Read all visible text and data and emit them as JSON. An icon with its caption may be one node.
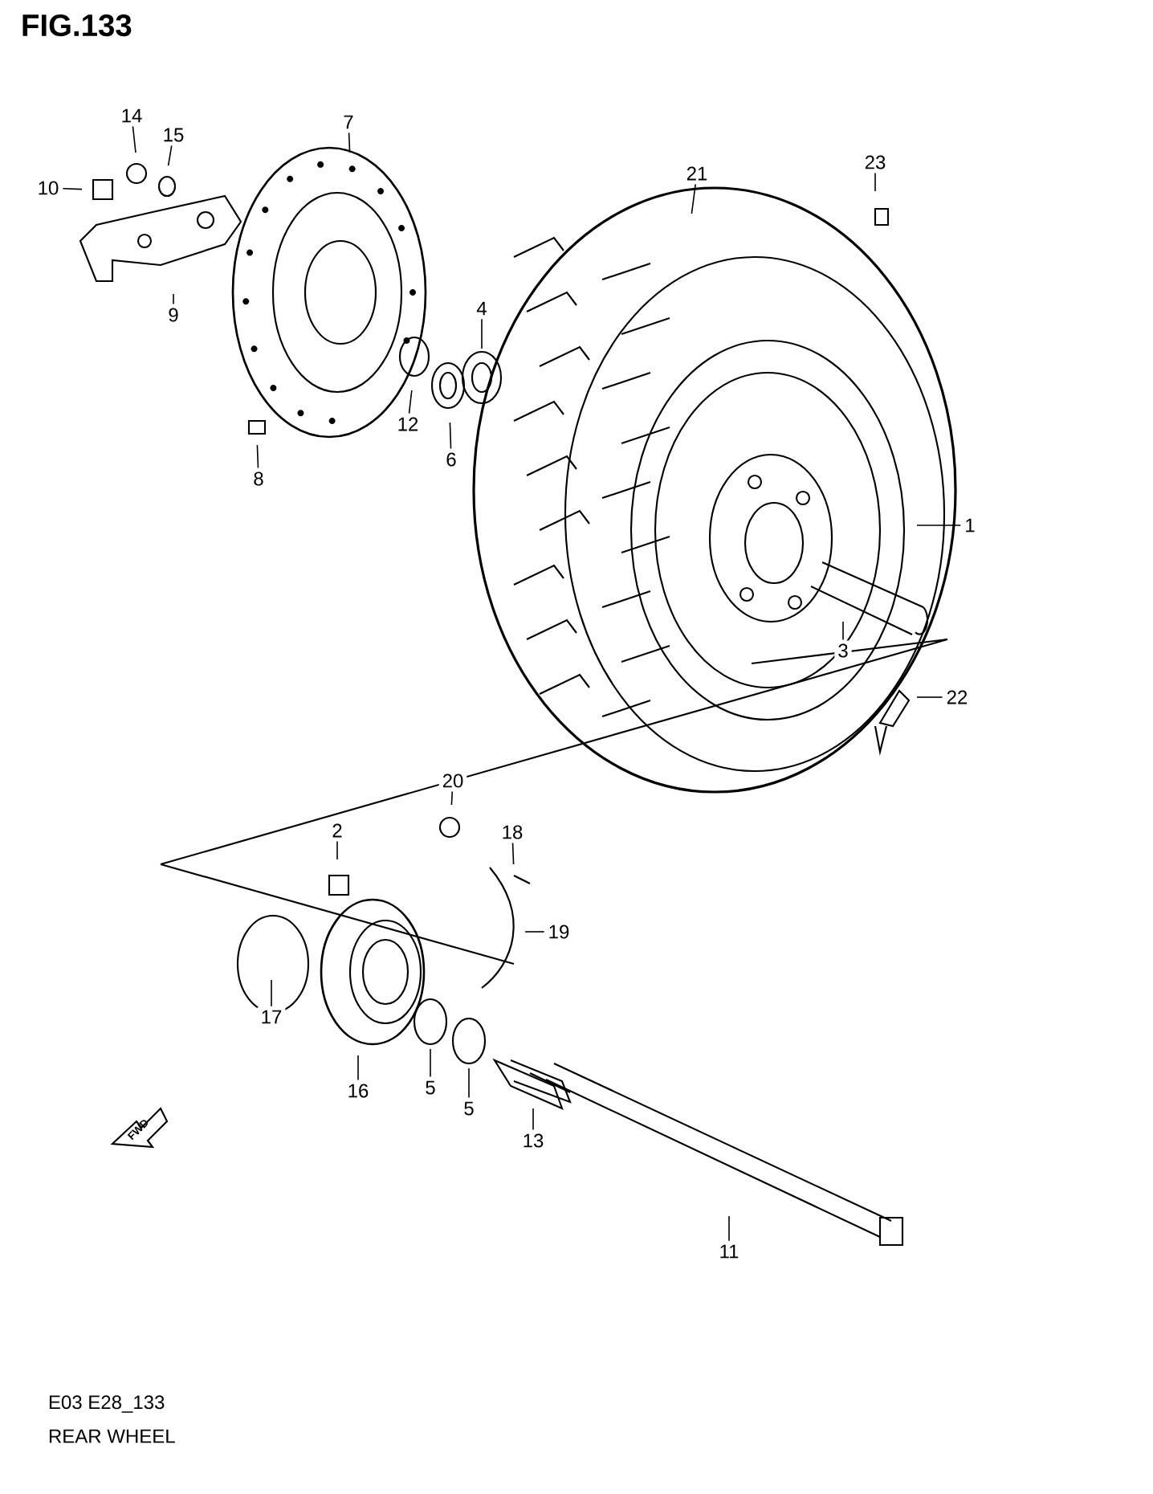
{
  "diagram": {
    "title": "FIG.133",
    "nodes": [
      {
        "text": [
          "14"
        ]
      },
      {
        "text": [
          "15"
        ]
      },
      {
        "text": [
          "7"
        ]
      },
      {
        "text": [
          "10"
        ]
      },
      {
        "text": [
          "9"
        ]
      },
      {
        "text": [
          "21"
        ]
      },
      {
        "text": [
          "23"
        ]
      },
      {
        "text": [
          "4"
        ]
      },
      {
        "text": [
          "12"
        ]
      },
      {
        "text": [
          "6"
        ]
      },
      {
        "text": [
          "8"
        ]
      },
      {
        "text": [
          "1"
        ]
      },
      {
        "text": [
          "3"
        ]
      },
      {
        "text": [
          "22"
        ]
      },
      {
        "text": [
          "20"
        ]
      },
      {
        "text": [
          "2"
        ]
      },
      {
        "text": [
          "18"
        ]
      },
      {
        "text": [
          "19"
        ]
      },
      {
        "text": [
          "17"
        ]
      },
      {
        "text": [
          "16"
        ]
      },
      {
        "text": [
          "5"
        ]
      },
      {
        "text": [
          "5"
        ]
      },
      {
        "text": [
          "13"
        ]
      },
      {
        "text": [
          "11"
        ]
      }
    ],
    "edges": [
      {
        "from": 0,
        "to": null,
        "arrow": "none"
      },
      {
        "from": 1,
        "to": null,
        "arrow": "none"
      },
      {
        "from": 2,
        "to": null,
        "arrow": "none"
      },
      {
        "from": 3,
        "to": null,
        "arrow": "none"
      },
      {
        "from": 4,
        "to": null,
        "arrow": "none"
      },
      {
        "from": 5,
        "to": null,
        "arrow": "none"
      },
      {
        "from": 6,
        "to": null,
        "arrow": "none"
      },
      {
        "from": 7,
        "to": null,
        "arrow": "none"
      },
      {
        "from": 8,
        "to": null,
        "arrow": "none"
      },
      {
        "from": 9,
        "to": null,
        "arrow": "none"
      },
      {
        "from": 10,
        "to": null,
        "arrow": "none"
      },
      {
        "from": 11,
        "to": null,
        "arrow": "none"
      },
      {
        "from": 12,
        "to": null,
        "arrow": "none"
      },
      {
        "from": 13,
        "to": null,
        "arrow": "none"
      },
      {
        "from": 14,
        "to": null,
        "arrow": "none"
      },
      {
        "from": 15,
        "to": null,
        "arrow": "none"
      },
      {
        "from": 16,
        "to": null,
        "arrow": "none"
      },
      {
        "from": 17,
        "to": null,
        "arrow": "none"
      },
      {
        "from": 18,
        "to": null,
        "arrow": "none"
      },
      {
        "from": 19,
        "to": null,
        "arrow": "none"
      },
      {
        "from": 20,
        "to": null,
        "arrow": "none"
      },
      {
        "from": 21,
        "to": null,
        "arrow": "none"
      },
      {
        "from": 22,
        "to": null,
        "arrow": "none"
      },
      {
        "from": 23,
        "to": null,
        "arrow": "none"
      }
    ],
    "labels": [
      "FWD",
      "E03 E28_133",
      "REAR WHEEL"
    ]
  }
}
